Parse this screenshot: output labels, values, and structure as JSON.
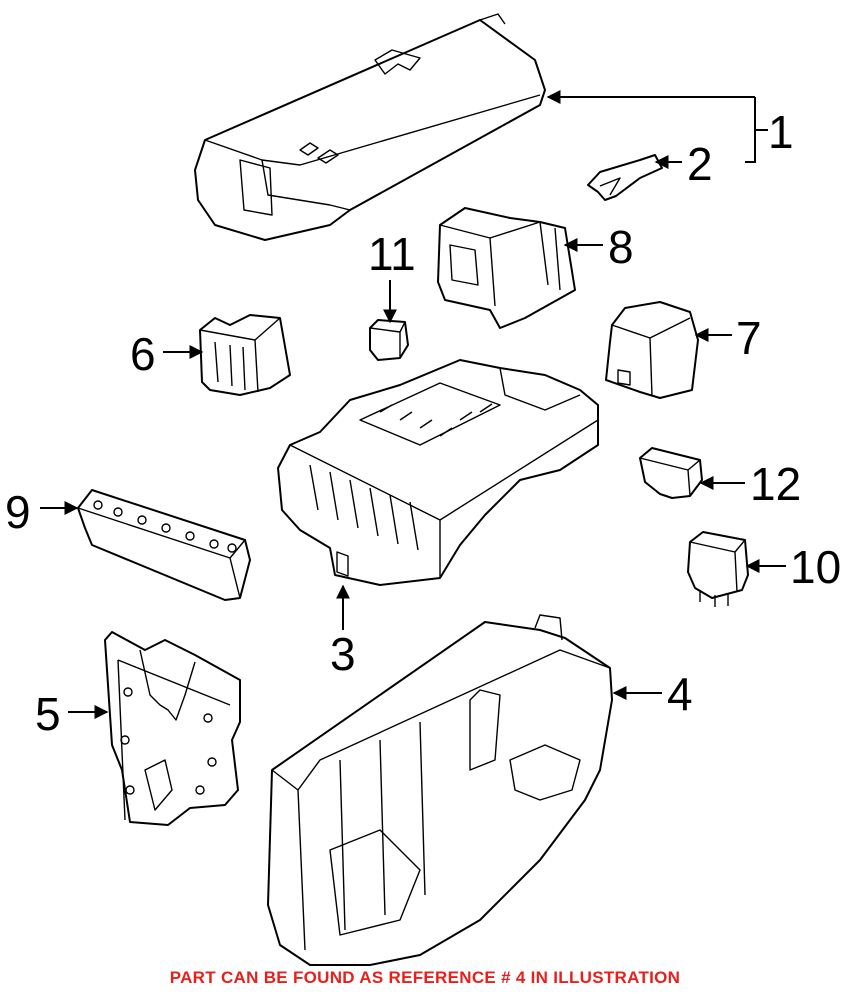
{
  "callouts": {
    "c1": "1",
    "c2": "2",
    "c3": "3",
    "c4": "4",
    "c5": "5",
    "c6": "6",
    "c7": "7",
    "c8": "8",
    "c9": "9",
    "c10": "10",
    "c11": "11",
    "c12": "12"
  },
  "footer": {
    "note": "PART CAN BE FOUND AS REFERENCE # 4 IN ILLUSTRATION",
    "color": "#e8201c"
  }
}
